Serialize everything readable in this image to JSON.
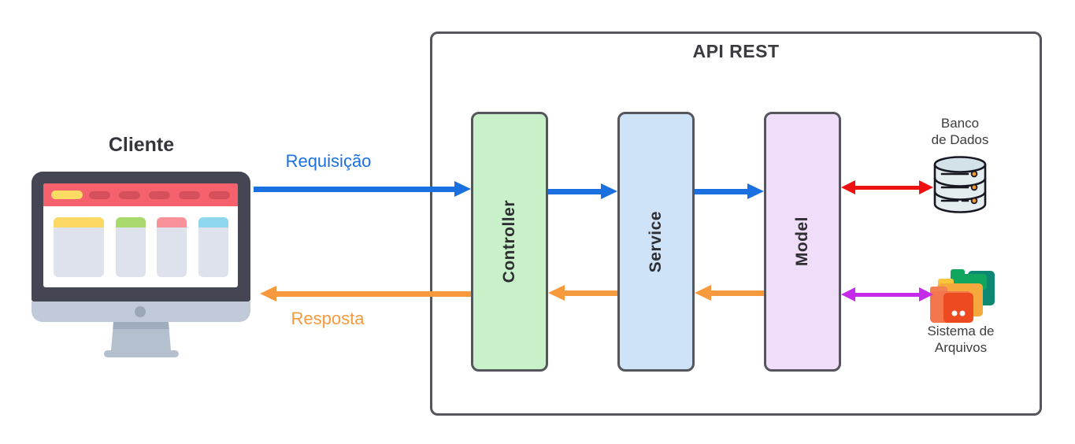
{
  "colors": {
    "blue": "#1b70e1",
    "orange": "#f7993d",
    "red": "#ee1111",
    "purple": "#c32ae9",
    "outline": "#55565c",
    "ink": "#33343c",
    "green-fill": "#c8f1c9",
    "blue-fill": "#cee2f8",
    "purple-fill": "#f0ddfa"
  },
  "client": {
    "label": "Cliente",
    "icon": "monitor-icon"
  },
  "api": {
    "title": "API REST",
    "layers": [
      {
        "label": "Controller",
        "fill": "#c8f1c9"
      },
      {
        "label": "Service",
        "fill": "#cee2f8"
      },
      {
        "label": "Model",
        "fill": "#f0ddfa"
      }
    ]
  },
  "flows": {
    "request": {
      "label": "Requisição",
      "color": "#1b70e1",
      "direction": "client-to-api"
    },
    "response": {
      "label": "Resposta",
      "color": "#f7993d",
      "direction": "api-to-client"
    },
    "database_link": {
      "color": "#ee1111",
      "type": "bidirectional"
    },
    "files_link": {
      "color": "#c32ae9",
      "type": "bidirectional"
    }
  },
  "database": {
    "label_line1": "Banco",
    "label_line2": "de Dados",
    "icon": "database-icon"
  },
  "files": {
    "label_line1": "Sistema de",
    "label_line2": "Arquivos",
    "icon": "folders-icon"
  }
}
